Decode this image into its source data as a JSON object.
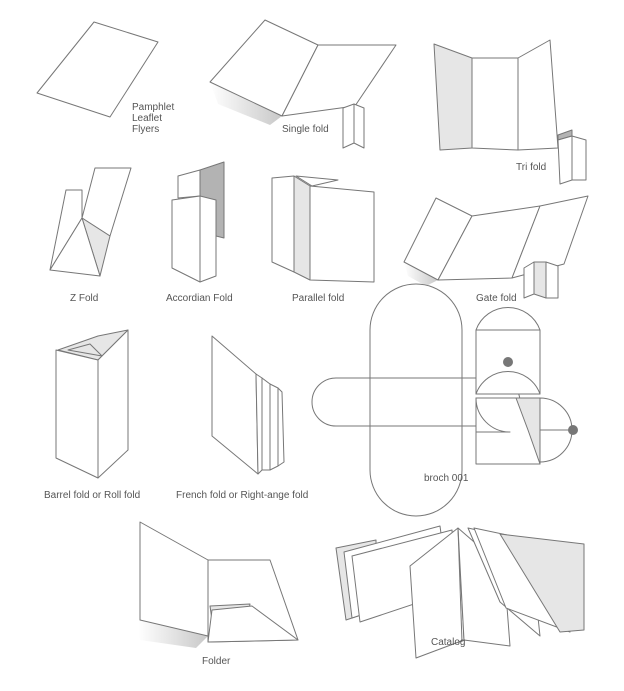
{
  "labels": {
    "pamphlet": "Pamphlet",
    "leaflet": "Leaflet",
    "flyers": "Flyers",
    "single_fold": "Single fold",
    "tri_fold": "Tri fold",
    "z_fold": "Z Fold",
    "accordian_fold": "Accordian Fold",
    "parallel_fold": "Parallel fold",
    "gate_fold": "Gate fold",
    "barrel_fold": "Barrel fold or Roll fold",
    "french_fold": "French fold or Right-ange fold",
    "broch": "broch 001",
    "folder": "Folder",
    "catalog": "Catalog"
  },
  "colors": {
    "outline": "#777777",
    "paper": "#ffffff",
    "shade": "#e6e6e6",
    "dark_shade": "#b3b3b3",
    "label_text": "#555555"
  }
}
